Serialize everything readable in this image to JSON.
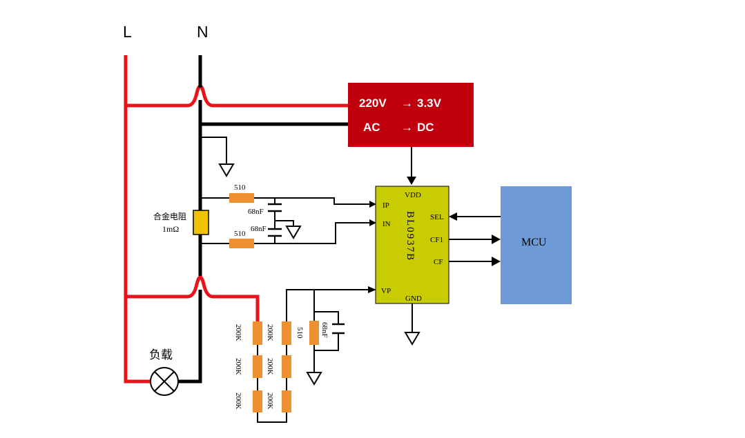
{
  "lines": {
    "live_label": "L",
    "neutral_label": "N"
  },
  "converter": {
    "line1_left": "220V",
    "line1_right": "3.3V",
    "line2_left": "AC",
    "line2_right": "DC",
    "arrow": "→"
  },
  "chip": {
    "name": "BL0937B",
    "pins": {
      "vdd": "VDD",
      "ip": "IP",
      "in": "IN",
      "vp": "VP",
      "gnd": "GND",
      "sel": "SEL",
      "cf1": "CF1",
      "cf": "CF"
    }
  },
  "mcu": {
    "label": "MCU"
  },
  "shunt": {
    "name": "合金电阻",
    "value": "1mΩ"
  },
  "load": {
    "label": "负载"
  },
  "components": {
    "r_ip": "510",
    "r_in": "510",
    "r_vp": "510",
    "c_ip": "68nF",
    "c_in": "68nF",
    "c_vp": "68nF",
    "divider_left": [
      "200K",
      "200K",
      "200K"
    ],
    "divider_right": [
      "200K",
      "200K",
      "200K"
    ]
  },
  "colors": {
    "live_wire": "#e8131b",
    "neutral_wire": "#000000",
    "converter": "#c0000c",
    "chip": "#c8cc00",
    "mcu": "#6f9ad8",
    "resistor": "#ee8f30",
    "shunt": "#f2c200"
  }
}
